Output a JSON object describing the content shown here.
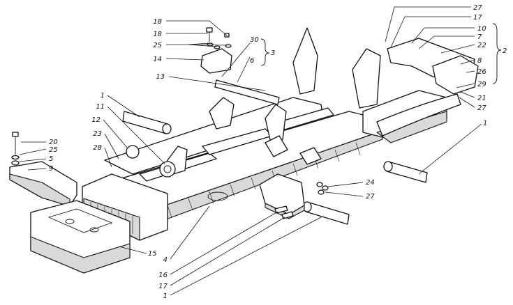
{
  "diagram": {
    "callouts": {
      "c18a": "18",
      "c18b": "18",
      "c25a": "25",
      "c14": "14",
      "c30": "30",
      "c6": "6",
      "c3": "3",
      "c13": "13",
      "c27a": "27",
      "c17a": "17",
      "c10": "10",
      "c7": "7",
      "c22": "22",
      "c2": "2",
      "c8": "8",
      "c26": "26",
      "c29": "29",
      "c21": "21",
      "c27b": "27",
      "c1a": "1",
      "c11": "11",
      "c12": "12",
      "c23": "23",
      "c28": "28",
      "c20": "20",
      "c25b": "25",
      "c5": "5",
      "c9": "9",
      "c1b": "1",
      "c24": "24",
      "c27c": "27",
      "c15": "15",
      "c4": "4",
      "c16": "16",
      "c17b": "17",
      "c1c": "1"
    }
  }
}
